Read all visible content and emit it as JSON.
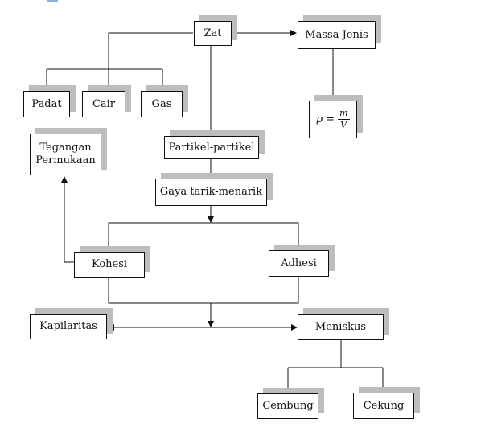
{
  "nodes": {
    "zat": "Zat",
    "massa_jenis": "Massa Jenis",
    "padat": "Padat",
    "cair": "Cair",
    "gas": "Gas",
    "formula": {
      "lhs": "ρ",
      "eq": "=",
      "numerator": "m",
      "denominator": "V"
    },
    "tegangan_permukaan": "Tegangan\nPermukaan",
    "partikel": "Partikel-partikel",
    "gaya": "Gaya tarik-menarik",
    "kohesi": "Kohesi",
    "adhesi": "Adhesi",
    "kapilaritas": "Kapilaritas",
    "meniskus": "Meniskus",
    "cembung": "Cembung",
    "cekung": "Cekung"
  },
  "colors": {
    "line": "#111111",
    "shadow": "#bdbdbd",
    "background": "#ffffff"
  }
}
